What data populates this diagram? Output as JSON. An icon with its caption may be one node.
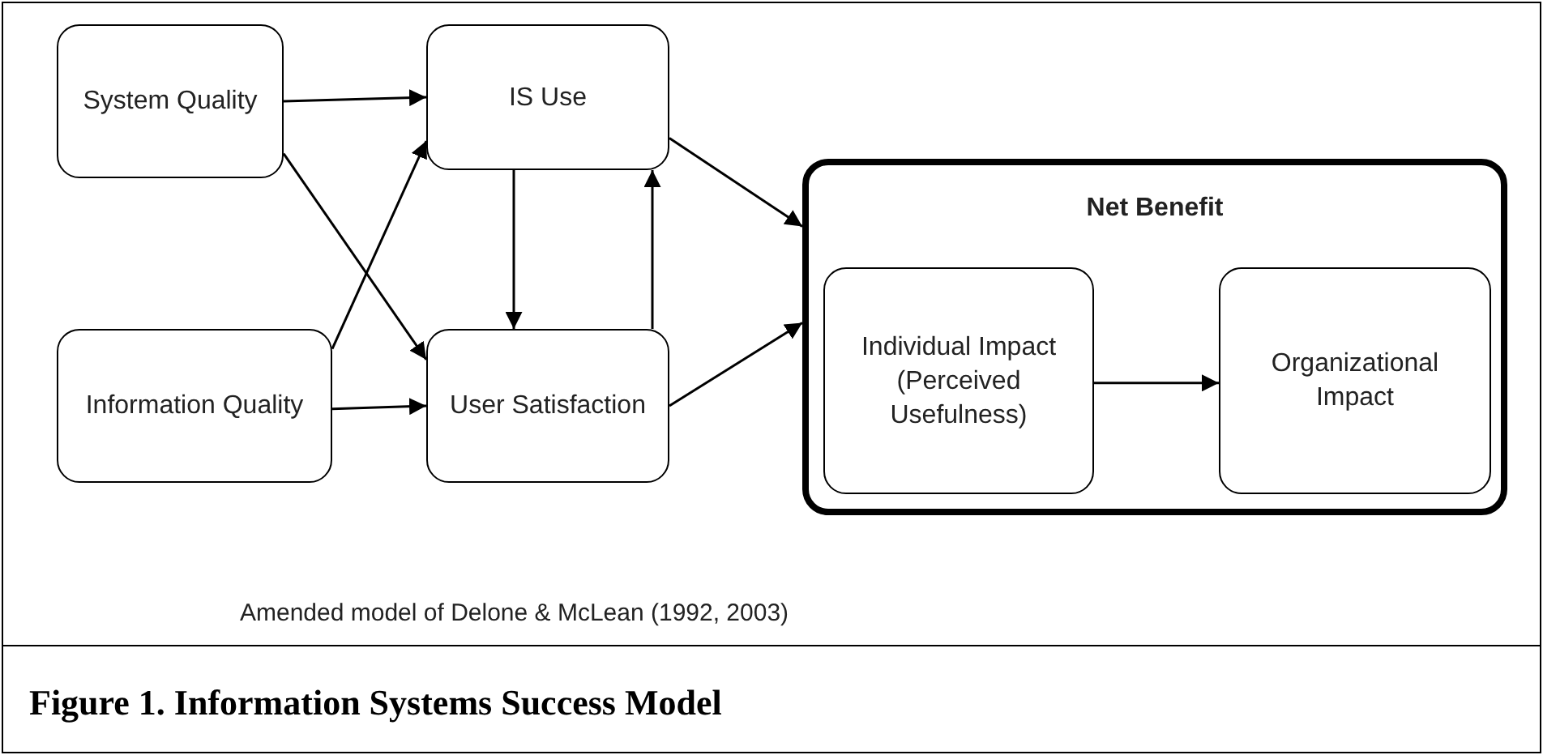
{
  "diagram": {
    "caption": "Figure 1. Information Systems Success Model",
    "nodes": [
      {
        "text": [
          "System Quality"
        ]
      },
      {
        "text": [
          "IS Use"
        ]
      },
      {
        "text": [
          "Information Quality"
        ]
      },
      {
        "text": [
          "User Satisfaction"
        ]
      },
      {
        "text": [
          "Net Benefit"
        ]
      },
      {
        "text": [
          "Individual Impact (Perceived Usefulness)"
        ],
        "in": 4
      },
      {
        "text": [
          "Organizational Impact"
        ],
        "in": 4
      }
    ],
    "edges": [
      {
        "from": 0,
        "to": 1,
        "arrow": "to"
      },
      {
        "from": 0,
        "to": 3,
        "arrow": "to"
      },
      {
        "from": 2,
        "to": 1,
        "arrow": "to"
      },
      {
        "from": 2,
        "to": 3,
        "arrow": "to"
      },
      {
        "from": 1,
        "to": 3,
        "arrow": "to"
      },
      {
        "from": 3,
        "to": 1,
        "arrow": "to"
      },
      {
        "from": 1,
        "to": 4,
        "arrow": "to"
      },
      {
        "from": 3,
        "to": 4,
        "arrow": "to"
      },
      {
        "from": 5,
        "to": 6,
        "arrow": "to"
      }
    ],
    "labels": [
      "Amended model of Delone & McLean (1992, 2003)"
    ]
  }
}
